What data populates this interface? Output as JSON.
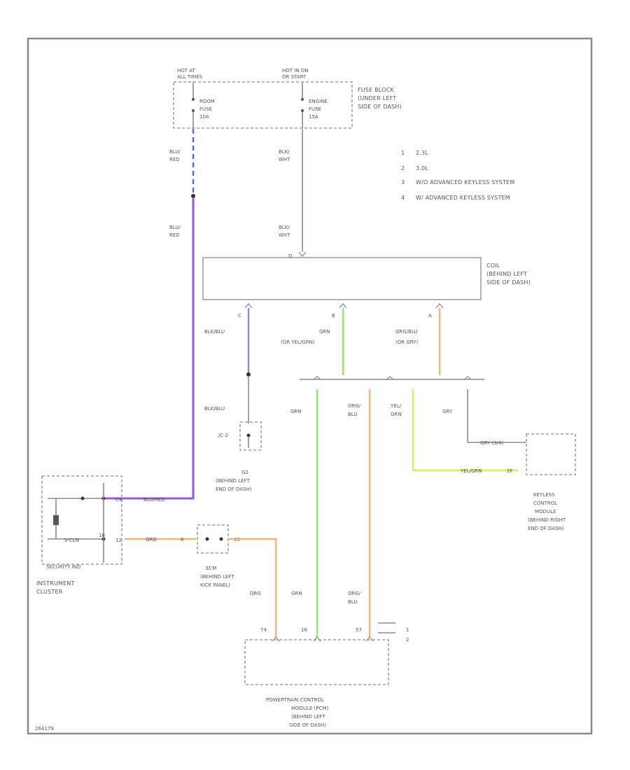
{
  "fuse_block": {
    "hot1": "HOT AT",
    "hot1b": "ALL TIMES",
    "hot2": "HOT IN ON",
    "hot2b": "OR START",
    "title1": "FUSE BLOCK",
    "title2": "(UNDER LEFT",
    "title3": "SIDE OF DASH)",
    "fuse1a": "ROOM",
    "fuse1b": "FUSE",
    "fuse1c": "10A",
    "fuse2a": "ENGINE",
    "fuse2b": "FUSE",
    "fuse2c": "15A"
  },
  "legend": [
    {
      "num": "1",
      "text": "2.3L"
    },
    {
      "num": "2",
      "text": "3.0L"
    },
    {
      "num": "3",
      "text": "W/O ADVANCED KEYLESS SYSTEM"
    },
    {
      "num": "4",
      "text": "W/ ADVANCED KEYLESS SYSTEM"
    }
  ],
  "wires": {
    "blu_red_top1": "BLU/",
    "blu_red_top2": "RED",
    "blu_red_mid1": "BLU/",
    "blu_red_mid2": "RED",
    "blk_wht_top1": "BLK/",
    "blk_wht_top2": "WHT",
    "blk_wht_mid1": "BLK/",
    "blk_wht_mid2": "WHT",
    "c_label": "C",
    "c_wire": "BLK/BLU",
    "b_label": "B",
    "b_wire1": "GRN",
    "b_wire2": "(OR YEL/GRN)",
    "a_label": "A",
    "a_wire1": "ORG/BLU",
    "a_wire2": "(OR GRY)",
    "blk_blu_low": "BLK/BLU",
    "grn_left": "GRN",
    "org_blu1": "ORG/",
    "org_blu2": "BLU",
    "yel_grn1": "YEL/",
    "yel_grn2": "GRN",
    "gry": "GRY",
    "gry_right": "GRY (3/4)",
    "yel_grn_right": "YEL/GRN",
    "org_left": "ORG",
    "grn_low": "GRN",
    "org_blu_low1": "ORG/",
    "org_blu_low2": "BLU",
    "blu_red_cluster": "BLU/RED",
    "org_cluster": "ORG"
  },
  "coil": {
    "top_pin": "D",
    "l1": "COIL",
    "l2": "(BEHIND LEFT",
    "l3": "SIDE OF DASH)"
  },
  "ground": {
    "id": "JC-2",
    "l1": "G2",
    "l2": "(BEHIND LEFT",
    "l3": "END OF DASH)"
  },
  "keyless": {
    "pin": "2F",
    "l1": "KEYLESS",
    "l2": "CONTROL",
    "l3": "MODULE",
    "l4": "(BEHIND RIGHT",
    "l5": "END OF DASH)"
  },
  "cluster": {
    "pin1": "C4",
    "pin2": "16",
    "pin3": "12",
    "ind": "SECURITY IND",
    "l1": "INSTRUMENT",
    "l2": "CLUSTER",
    "inner1": "V-CLN"
  },
  "ecm": {
    "p1": "8",
    "p2": "15",
    "l1": "ECM",
    "l2": "(BEHIND LEFT",
    "l3": "KICK PANEL)"
  },
  "pcm": {
    "p1": "74",
    "p2": "16",
    "p3": "57",
    "n1": "1",
    "n2": "2",
    "l1": "POWERTRAIN CONTROL",
    "l2": "MODULE (PCM)",
    "l3": "(BEHIND LEFT",
    "l4": "SIDE OF DASH)"
  },
  "footer": "264179",
  "colors": {
    "blue_dash": "#4a6cf0",
    "purple": "#9a55d8",
    "gray": "#8a8a8a",
    "green": "#8ce86a",
    "orange": "#f6b27a",
    "yellow_green": "#d2ee5a",
    "navy": "#8a88d8"
  }
}
